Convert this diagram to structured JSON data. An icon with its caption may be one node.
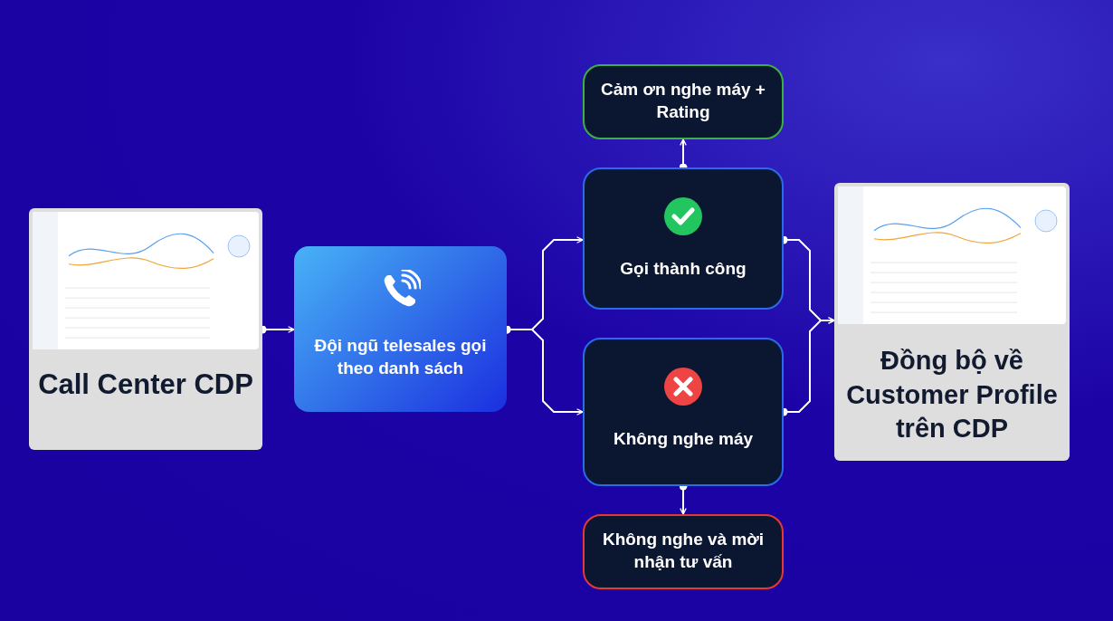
{
  "diagram": {
    "nodes": [
      {
        "text": [
          "Call Center CDP"
        ]
      },
      {
        "text": [
          "Đội ngũ telesales gọi theo danh sách"
        ]
      },
      {
        "text": [
          "Cảm ơn nghe máy + Rating"
        ]
      },
      {
        "text": [
          "Gọi thành công"
        ]
      },
      {
        "text": [
          "Không nghe máy"
        ]
      },
      {
        "text": [
          "Không nghe và mời nhận tư vấn"
        ]
      },
      {
        "text": [
          "Đồng bộ về Customer Profile trên CDP"
        ]
      }
    ],
    "edges": [
      {
        "from": 0,
        "to": 1,
        "arrow": "to"
      },
      {
        "from": 1,
        "to": 3,
        "arrow": "to"
      },
      {
        "from": 1,
        "to": 4,
        "arrow": "to"
      },
      {
        "from": 3,
        "to": 2,
        "arrow": "to"
      },
      {
        "from": 4,
        "to": 5,
        "arrow": "to"
      },
      {
        "from": 3,
        "to": 6,
        "arrow": "to"
      },
      {
        "from": 4,
        "to": 6,
        "arrow": "to"
      }
    ]
  }
}
